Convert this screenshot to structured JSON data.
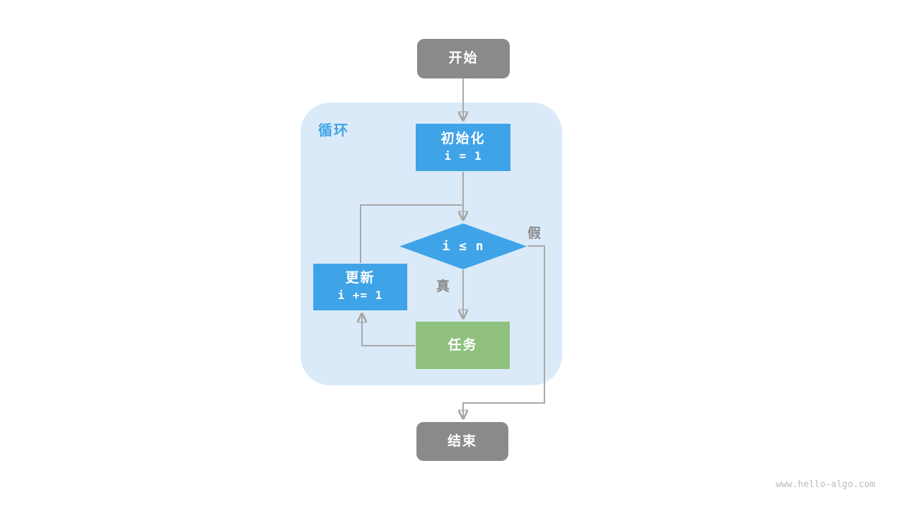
{
  "diagram": {
    "loop_label": "循环",
    "nodes": {
      "start": {
        "label": "开始"
      },
      "init": {
        "label": "初始化",
        "code": "i = 1"
      },
      "condition": {
        "code": "i ≤ n"
      },
      "update": {
        "label": "更新",
        "code": "i += 1"
      },
      "task": {
        "label": "任务"
      },
      "end": {
        "label": "结束"
      }
    },
    "edges": {
      "false_label": "假",
      "true_label": "真"
    },
    "colors": {
      "gray_node": "#8a8a8a",
      "blue_node": "#3fa3e8",
      "green_node": "#8fc07e",
      "container_bg": "#dbeaf8",
      "loop_label": "#3fa3e8",
      "arrow": "#a8a8a8",
      "branch_label": "#8a8a8a",
      "watermark": "#bcbcbc"
    },
    "watermark": "www.hello-algo.com"
  }
}
